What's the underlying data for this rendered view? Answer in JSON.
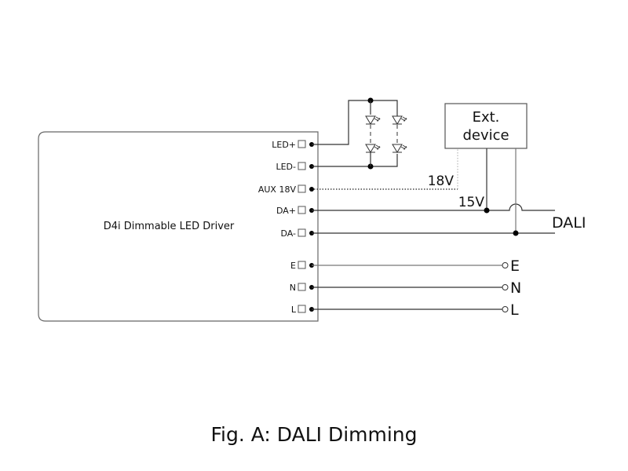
{
  "driver": {
    "title": "D4i Dimmable LED Driver",
    "terminals": [
      {
        "id": "led_plus",
        "label": "LED+"
      },
      {
        "id": "led_minus",
        "label": "LED-"
      },
      {
        "id": "aux",
        "label": "AUX 18V"
      },
      {
        "id": "da_plus",
        "label": "DA+"
      },
      {
        "id": "da_minus",
        "label": "DA-"
      },
      {
        "id": "earth",
        "label": "E"
      },
      {
        "id": "neutral",
        "label": "N"
      },
      {
        "id": "line",
        "label": "L"
      }
    ]
  },
  "external_device": {
    "line1": "Ext.",
    "line2": "device"
  },
  "voltages": {
    "aux": "18V",
    "dali_bus": "15V"
  },
  "bus_label": "DALI",
  "mains_labels": [
    "E",
    "N",
    "L"
  ],
  "led_array": {
    "columns": 2,
    "leds_per_column": 2
  },
  "caption": "Fig. A: DALI Dimming"
}
